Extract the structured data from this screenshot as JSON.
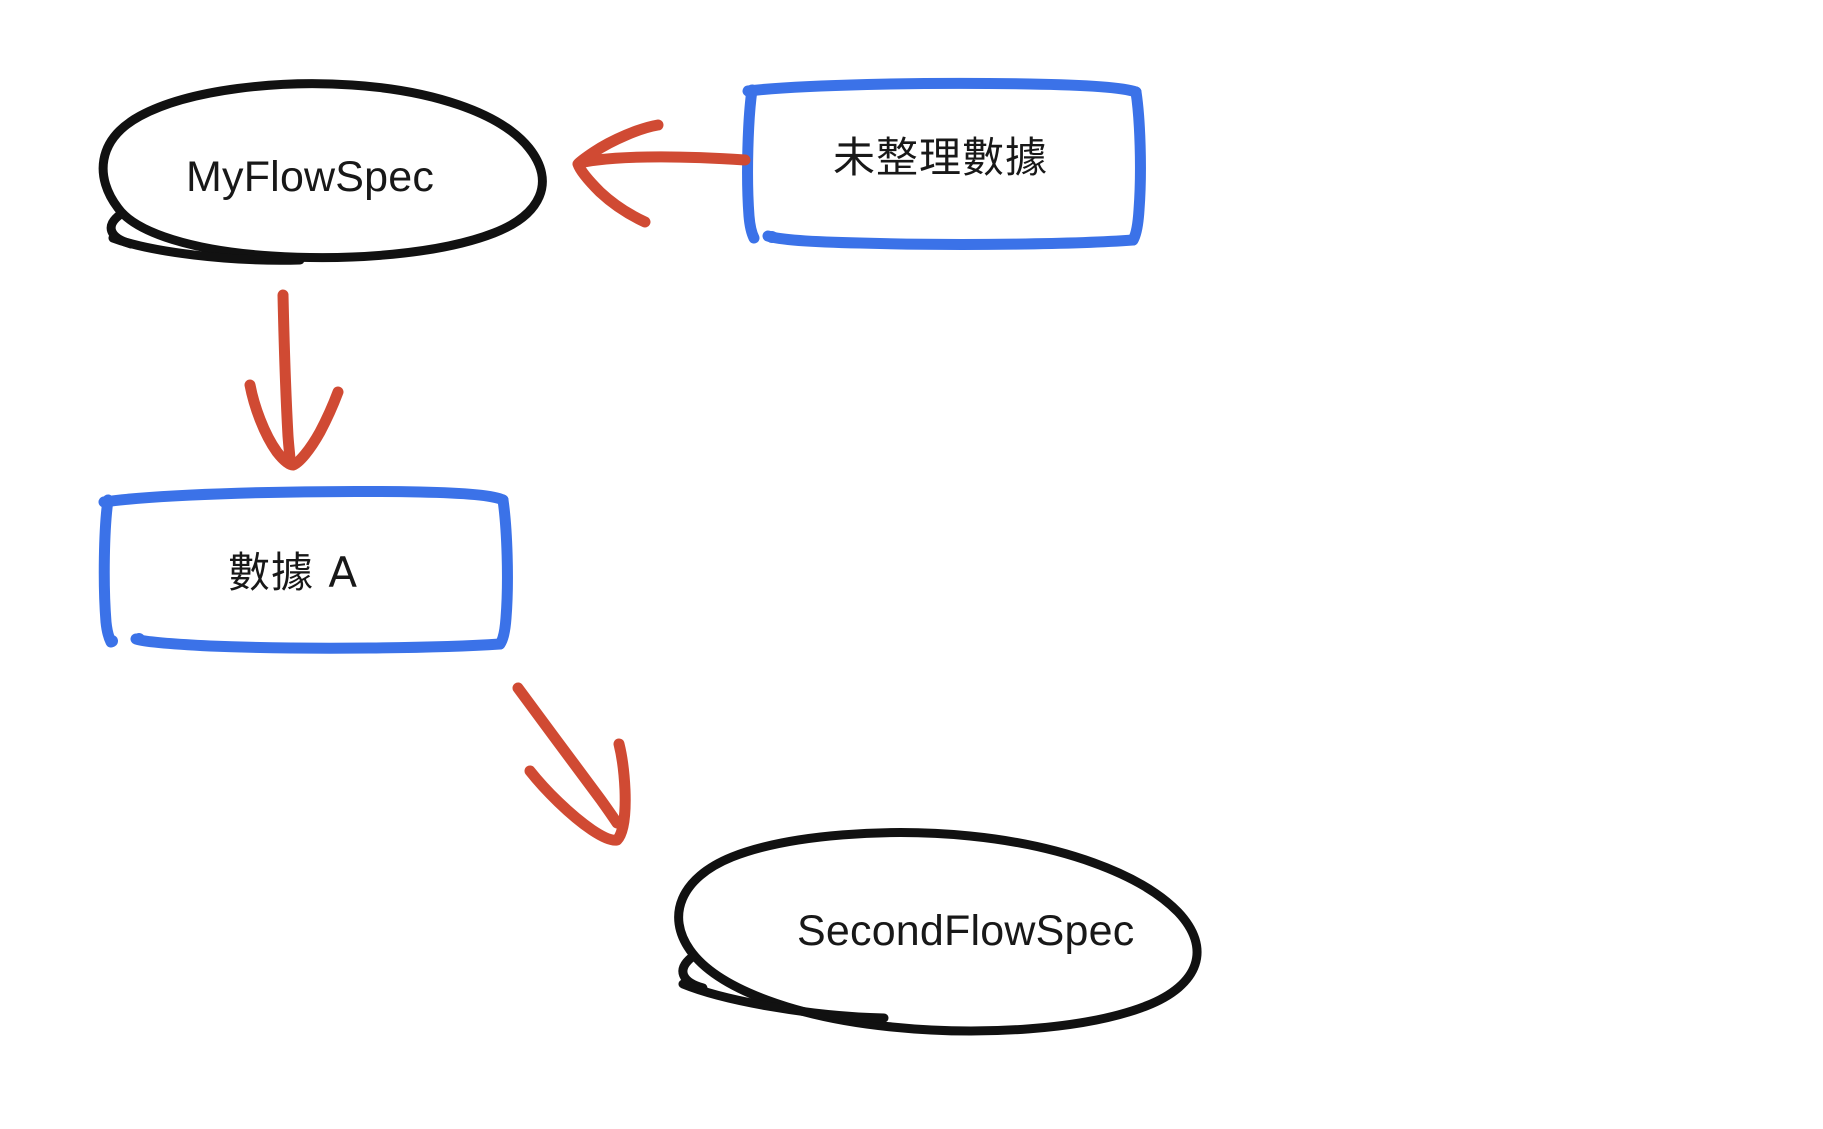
{
  "diagram": {
    "title": "Flow specification diagram",
    "type": "flowchart",
    "background_color": "#ffffff",
    "style": "hand-drawn sketch",
    "palette": {
      "node_stroke_black": "#111111",
      "node_stroke_blue": "#3b72e8",
      "arrow_red": "#d04a33",
      "text": "#181818"
    },
    "nodes": [
      {
        "id": "myflowspec",
        "label": "MyFlowSpec",
        "shape": "ellipse",
        "stroke_color": "#111111",
        "script": "latin"
      },
      {
        "id": "untidy-data",
        "label": "未整理數據",
        "shape": "rectangle",
        "stroke_color": "#3b72e8",
        "script": "cjk"
      },
      {
        "id": "data-a",
        "label": "數據 A",
        "shape": "rectangle",
        "stroke_color": "#3b72e8",
        "script": "cjk"
      },
      {
        "id": "secondflowspec",
        "label": "SecondFlowSpec",
        "shape": "ellipse",
        "stroke_color": "#111111",
        "script": "latin"
      }
    ],
    "edges": [
      {
        "id": "edge-untidy-to-myflowspec",
        "from": "untidy-data",
        "to": "myflowspec",
        "direction": "left",
        "color": "#d04a33",
        "label": ""
      },
      {
        "id": "edge-myflowspec-to-data-a",
        "from": "myflowspec",
        "to": "data-a",
        "direction": "down",
        "color": "#d04a33",
        "label": ""
      },
      {
        "id": "edge-data-a-to-secondflowspec",
        "from": "data-a",
        "to": "secondflowspec",
        "direction": "down-right",
        "color": "#d04a33",
        "label": ""
      }
    ]
  }
}
